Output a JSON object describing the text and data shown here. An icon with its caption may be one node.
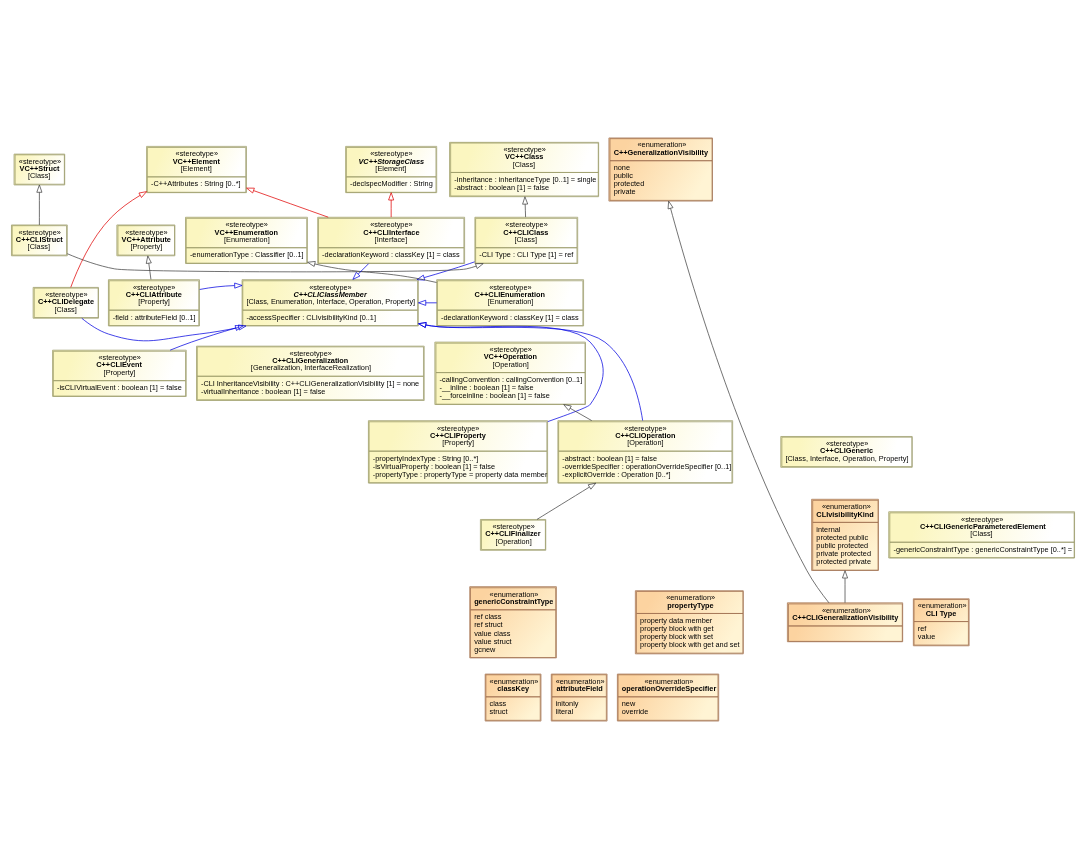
{
  "diagram": {
    "nodes": [
      {
        "text": [
          "«enumeration»",
          "C++GeneralizationVisibility",
          "none",
          "public",
          "protected",
          "private"
        ]
      },
      {
        "text": [
          "«stereotype»",
          "VC++Element",
          "[Element]",
          "-C++Attributes : String [0..*]"
        ]
      },
      {
        "text": [
          "«stereotype»",
          "VC++Class",
          "[Class]",
          "-inheritance : inheritanceType [0..1] = single",
          "-abstract : boolean [1] = false"
        ]
      },
      {
        "text": [
          "«stereotype»",
          "VC++Struct",
          "[Class]"
        ]
      },
      {
        "text": [
          "«stereotype»",
          "VC++Enumeration",
          "[Enumeration]",
          "-enumerationType : Classifier [0..1]"
        ]
      },
      {
        "text": [
          "«stereotype»",
          "VC++Attribute",
          "[Property]"
        ]
      },
      {
        "text": [
          "«stereotype»",
          "VC++StorageClass",
          "[Element]",
          "-declspecModifier : String"
        ]
      },
      {
        "text": [
          "«stereotype»",
          "VC++Operation",
          "[Operation]",
          "-callingConvention : callingConvention [0..1]",
          "-__inline : boolean [1] = false",
          "-__forceinline : boolean [1] = false"
        ]
      },
      {
        "text": [
          "«stereotype»",
          "C++CLIClass",
          "[Class]",
          "-CLI Type : CLI Type [1] = ref"
        ]
      },
      {
        "text": [
          "«stereotype»",
          "C++CLIStruct",
          "[Class]"
        ]
      },
      {
        "text": [
          "«stereotype»",
          "C++CLIEnumeration",
          "[Enumeration]",
          "-declarationKeyword : classKey [1] = class"
        ]
      },
      {
        "text": [
          "«stereotype»",
          "C++CLIInterface",
          "[Interface]",
          "-declarationKeyword : classKey [1] = class"
        ]
      },
      {
        "text": [
          "«stereotype»",
          "C++CLIClassMember",
          "[Class, Enumeration, Interface, Operation, Property]",
          "-accessSpecifier : CLIvisibilityKind [0..1]"
        ]
      },
      {
        "text": [
          "«stereotype»",
          "C++CLIGeneralization",
          "[Generalization, InterfaceRealization]",
          "-CLI InheritanceVisibility : C++CLIGeneralizationVisibility [1] = none",
          "-virtualInheritance : boolean [1] = false"
        ]
      },
      {
        "text": [
          "«stereotype»",
          "C++CLIGeneric",
          "[Class, Interface, Operation, Property]"
        ]
      },
      {
        "text": [
          "«stereotype»",
          "C++CLIProperty",
          "[Property]",
          "-propertyIndexType : String [0..*]",
          "-isVirtualProperty : boolean [1] = false",
          "-propertyType : propertyType = property data member"
        ]
      },
      {
        "text": [
          "«stereotype»",
          "C++CLIEvent",
          "[Property]",
          "-isCLIVirtualEvent : boolean [1] = false"
        ]
      },
      {
        "text": [
          "«enumeration»",
          "genericConstraintType",
          "ref class",
          "ref struct",
          "value class",
          "value struct",
          "gcnew"
        ]
      },
      {
        "text": [
          "«enumeration»",
          "propertyType",
          "property data member",
          "property block with get",
          "property block with set",
          "property block with get and set"
        ]
      },
      {
        "text": [
          "«enumeration»",
          "CLIvisibilityKind",
          "internal",
          "protected public",
          "public protected",
          "private protected",
          "protected private"
        ]
      },
      {
        "text": [
          "«stereotype»",
          "C++CLIDelegate",
          "[Class]"
        ]
      },
      {
        "text": [
          "«stereotype»",
          "C++CLIAttribute",
          "[Property]",
          "-field : attributeField [0..1]"
        ]
      },
      {
        "text": [
          "«stereotype»",
          "C++CLIOperation",
          "[Operation]",
          "-abstract : boolean [1] = false",
          "-overrideSpecifier : operationOverrideSpecifier [0..1]",
          "-explicitOverride : Operation [0..*]"
        ]
      },
      {
        "text": [
          "«enumeration»",
          "classKey",
          "class",
          "struct"
        ]
      },
      {
        "text": [
          "«enumeration»",
          "attributeField",
          "initonly",
          "literal"
        ]
      },
      {
        "text": [
          "«enumeration»",
          "operationOverrideSpecifier",
          "new",
          "override"
        ]
      },
      {
        "text": [
          "«stereotype»",
          "C++CLIGenericParameteredElement",
          "[Class]",
          "-genericConstraintType : genericConstraintType [0..*] ="
        ]
      },
      {
        "text": [
          "«stereotype»",
          "C++CLIFinalizer",
          "[Operation]"
        ]
      },
      {
        "text": [
          "«enumeration»",
          "CLI Type",
          "ref",
          "value"
        ]
      },
      {
        "text": [
          "«enumeration»",
          "C++CLIGeneralizationVisibility"
        ]
      }
    ],
    "edges": [
      {
        "from": 8,
        "to": 2,
        "arrow": "to"
      },
      {
        "from": 9,
        "to": 3,
        "arrow": "to"
      },
      {
        "from": 9,
        "to": 8,
        "arrow": "to"
      },
      {
        "from": 10,
        "to": 4,
        "arrow": "to"
      },
      {
        "from": 11,
        "to": 1,
        "arrow": "to",
        "color": "#e00000"
      },
      {
        "from": 20,
        "to": 1,
        "arrow": "to",
        "color": "#e00000"
      },
      {
        "from": 11,
        "to": 6,
        "arrow": "to",
        "color": "#e00000"
      },
      {
        "from": 21,
        "to": 5,
        "arrow": "to"
      },
      {
        "from": 22,
        "to": 7,
        "arrow": "to"
      },
      {
        "from": 8,
        "to": 12,
        "arrow": "to",
        "color": "#0000e0"
      },
      {
        "from": 10,
        "to": 12,
        "arrow": "to",
        "color": "#0000e0"
      },
      {
        "from": 11,
        "to": 12,
        "arrow": "to",
        "color": "#0000e0"
      },
      {
        "from": 15,
        "to": 12,
        "arrow": "to",
        "color": "#0000e0"
      },
      {
        "from": 16,
        "to": 12,
        "arrow": "to",
        "color": "#0000e0"
      },
      {
        "from": 20,
        "to": 12,
        "arrow": "to",
        "color": "#0000e0"
      },
      {
        "from": 21,
        "to": 12,
        "arrow": "to",
        "color": "#0000e0"
      },
      {
        "from": 22,
        "to": 12,
        "arrow": "to",
        "color": "#0000e0"
      },
      {
        "from": 27,
        "to": 22,
        "arrow": "to"
      },
      {
        "from": 29,
        "to": 19,
        "arrow": "to"
      },
      {
        "from": 29,
        "to": 0,
        "arrow": "to"
      }
    ]
  }
}
